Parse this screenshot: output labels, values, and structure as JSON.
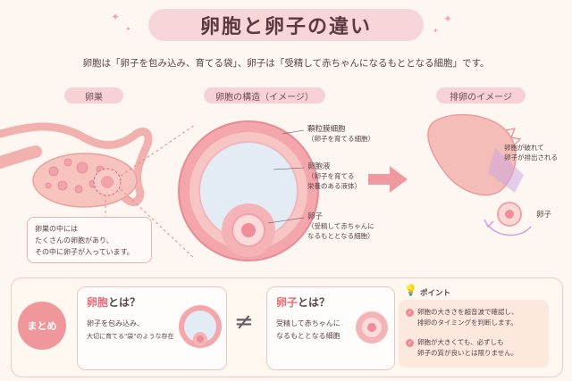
{
  "title": "卵胞と卵子の違い",
  "subtitle": "卵胞は「卵子を包み込み、育てる袋」、卵子は「受精して赤ちゃんになるもととなる細胞」です。",
  "sections": {
    "ovary": "卵巣",
    "follicle_structure": "卵胞の構造（イメージ）",
    "ovulation": "排卵のイメージ"
  },
  "ovary_bubble": [
    "卵巣の中には",
    "たくさんの卵胞があり、",
    "その中に卵子が入っています。"
  ],
  "follicle_labels": {
    "granulosa_title": "顆粒膜細胞",
    "granulosa_note": "（卵子を育てる細胞）",
    "fluid_title": "卵胞液",
    "fluid_note_1": "（卵子を育てる",
    "fluid_note_2": "栄養のある液体）",
    "egg_title": "卵子",
    "egg_note_1": "（受精して赤ちゃんに",
    "egg_note_2": "なるもととなる細胞）"
  },
  "ovulation_labels": {
    "burst_1": "卵胞が破れて",
    "burst_2": "卵子が排出される",
    "egg": "卵子"
  },
  "summary": {
    "badge": "まとめ",
    "follicle_card": {
      "title_hl": "卵胞",
      "title_rest": "とは？",
      "text_1": "卵子を包み込み、",
      "text_2": "大切に育てる\"袋\"のような存在"
    },
    "not_equal": "≠",
    "egg_card": {
      "title_hl": "卵子",
      "title_rest": "とは？",
      "text_1": "受精して赤ちゃんに",
      "text_2": "なるもととなる細胞"
    },
    "point": {
      "label": "ポイント",
      "items": [
        {
          "line1": "卵胞の大きさを超音波で確認し、",
          "line2": "排卵のタイミングを判断します。"
        },
        {
          "line1": "卵胞が大きくても、必ずしも",
          "line2": "卵子の質が良いとは限りません。"
        }
      ]
    }
  },
  "colors": {
    "accent": "#e26d78",
    "pink_light": "#f6d6d8",
    "background": "#fdf6f1"
  }
}
